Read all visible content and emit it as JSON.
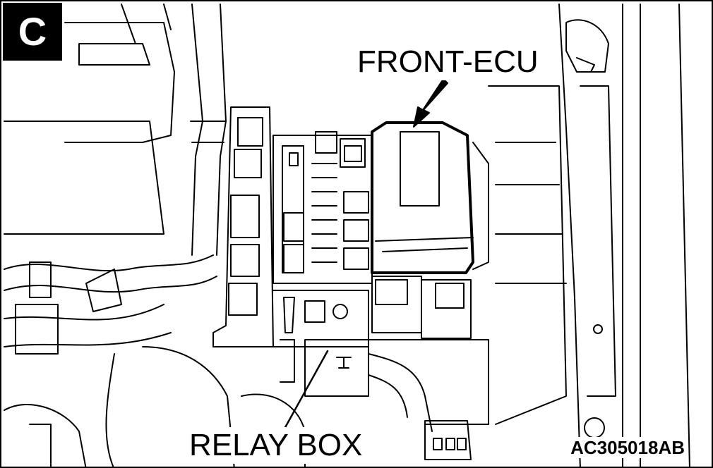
{
  "section_letter": "C",
  "callouts": {
    "front_ecu": "FRONT-ECU",
    "relay_box": "RELAY BOX"
  },
  "figure_code": "AC305018AB",
  "colors": {
    "line": "#000000",
    "background": "#ffffff"
  }
}
